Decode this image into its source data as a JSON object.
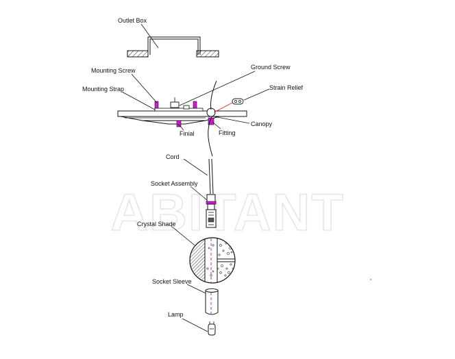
{
  "watermark": "ABITANT",
  "colors": {
    "line": "#111111",
    "accent_magenta": "#d21ad2",
    "leader_red": "#e02020",
    "watermark": "#e6e6e6"
  },
  "labels": {
    "outlet_box": "Outlet Box",
    "mounting_screw": "Mounting Screw",
    "ground_screw": "Ground Screw",
    "mounting_strap": "Mounting Strap",
    "strain_relief": "Strain Relief",
    "canopy": "Canopy",
    "finial": "Finial",
    "fitting": "Fitting",
    "cord": "Cord",
    "socket_assembly": "Socket Assembly",
    "crystal_shade": "Crystal Shade",
    "socket_sleeve": "Socket Sleeve",
    "lamp": "Lamp"
  }
}
